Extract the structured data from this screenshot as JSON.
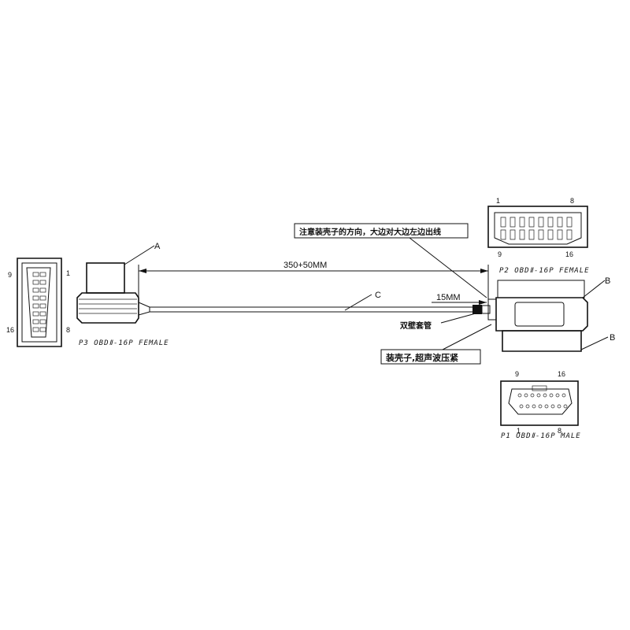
{
  "dimensions": {
    "length": "350+50MM",
    "shrink": "15MM"
  },
  "callouts": {
    "a": "A",
    "b1": "B",
    "b2": "B",
    "c": "C"
  },
  "notes": {
    "orientation": "注意装壳子的方向，大边对大边左边出线",
    "sleeve": "双壁套管",
    "crimp": "装壳子,超声波压紧"
  },
  "connectors": {
    "p1": {
      "label": "P1 OBDⅡ-16P MALE",
      "pin_first_top": "9",
      "pin_last_top": "16",
      "pin_first_bottom": "1",
      "pin_last_bottom": "8"
    },
    "p2": {
      "label": "P2 OBDⅡ-16P FEMALE",
      "pin_first_top": "1",
      "pin_last_top": "8",
      "pin_first_bottom": "9",
      "pin_last_bottom": "16"
    },
    "p3": {
      "label": "P3 OBDⅡ-16P FEMALE",
      "pin_top_left": "9",
      "pin_top_right": "1",
      "pin_bottom_left": "16",
      "pin_bottom_right": "8"
    }
  }
}
